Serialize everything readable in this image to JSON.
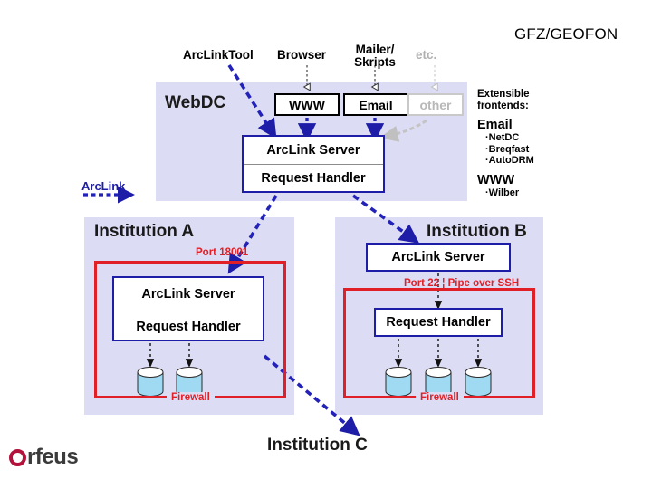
{
  "header": {
    "organization": "GFZ/GEOFON"
  },
  "frontend_sources": [
    {
      "id": "arclinktool",
      "label": "ArcLinkTool",
      "dim": false
    },
    {
      "id": "browser",
      "label": "Browser",
      "dim": false
    },
    {
      "id": "mailer",
      "label": "Mailer/ Skripts",
      "dim": false
    },
    {
      "id": "etc",
      "label": "etc.",
      "dim": true
    }
  ],
  "webdc": {
    "title": "WebDC",
    "frontend_boxes": [
      {
        "id": "www",
        "label": "WWW",
        "dim": false
      },
      {
        "id": "email",
        "label": "Email",
        "dim": false
      },
      {
        "id": "other",
        "label": "other",
        "dim": true
      }
    ],
    "server": {
      "line1": "ArcLink Server",
      "line2": "Request Handler"
    }
  },
  "side_panel": {
    "heading_line1": "Extensible",
    "heading_line2": "frontends:",
    "groups": [
      {
        "name": "Email",
        "items": [
          "·NetDC",
          "·Breqfast",
          "·AutoDRM"
        ]
      },
      {
        "name": "WWW",
        "items": [
          "·Wilber"
        ]
      }
    ]
  },
  "legend": {
    "arclink_label": "ArcLink"
  },
  "institutions": [
    {
      "id": "a",
      "title": "Institution A",
      "port_label": "Port 18001",
      "firewall_label": "Firewall",
      "server": {
        "line1": "ArcLink Server",
        "line2": "Request Handler"
      },
      "databases": 2
    },
    {
      "id": "b",
      "title": "Institution B",
      "port_label": "Port 22 ¦ Pipe over SSH",
      "firewall_label": "Firewall",
      "server": {
        "line1": "ArcLink Server"
      },
      "request_handler": "Request Handler",
      "databases": 3
    },
    {
      "id": "c",
      "title": "Institution C"
    }
  ],
  "footer": {
    "logo_text": "rfeus"
  },
  "colors": {
    "panel_bg": "#dcdcf4",
    "firewall_red": "#e01f26",
    "server_blue": "#1d1da8",
    "arrow_blue": "#1d1da8",
    "db_fill": "#9fd9f2",
    "orfeus_ring": "#b3123c",
    "dim_gray": "#b8b8b8"
  }
}
